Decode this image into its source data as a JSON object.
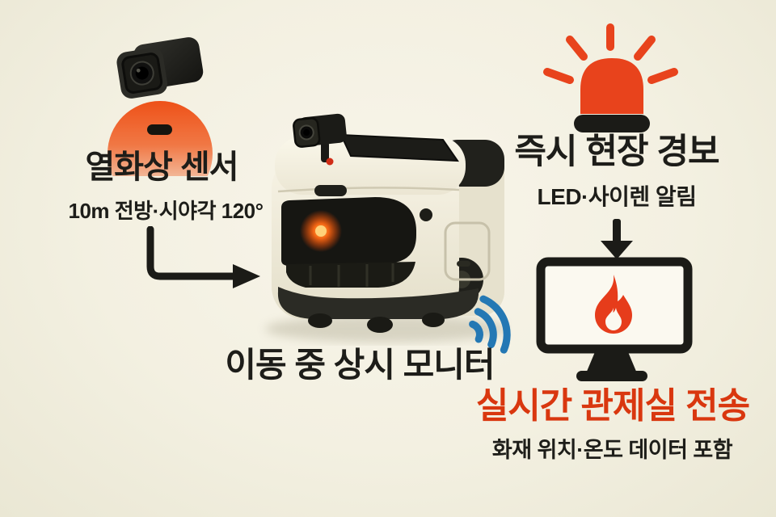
{
  "page": {
    "background": "#f3f0e1",
    "description_icons": [
      "box-camera-icon",
      "siren-icon",
      "patrol-robot-illustration",
      "elbow-arrow",
      "down-arrow",
      "wifi-waves-icon",
      "monitor-flame-icon"
    ]
  },
  "colors": {
    "accent_orange": "#e8431c",
    "alert_red_text": "#d9370f",
    "flame_red": "#e63c1b",
    "wifi_blue": "#2478b4",
    "ink_black": "#1d1d19",
    "background_cream": "#f3f0e1",
    "robot_body_cream": "#f0ecdd"
  },
  "sections": {
    "thermal_sensor": {
      "title": "열화상 센서",
      "subtitle": "10m 전방·시야각 120°",
      "icon": "box-camera"
    },
    "onsite_alert": {
      "title": "즉시 현장 경보",
      "subtitle": "LED·사이렌 알림",
      "icon": "siren"
    },
    "robot": {
      "caption": "이동 중 상시 모니터",
      "icon": "patrol-robot"
    },
    "control_room": {
      "title": "실시간 관제실 전송",
      "subtitle": "화재 위치·온도 데이터 포함",
      "icon": "monitor-with-flame"
    }
  }
}
